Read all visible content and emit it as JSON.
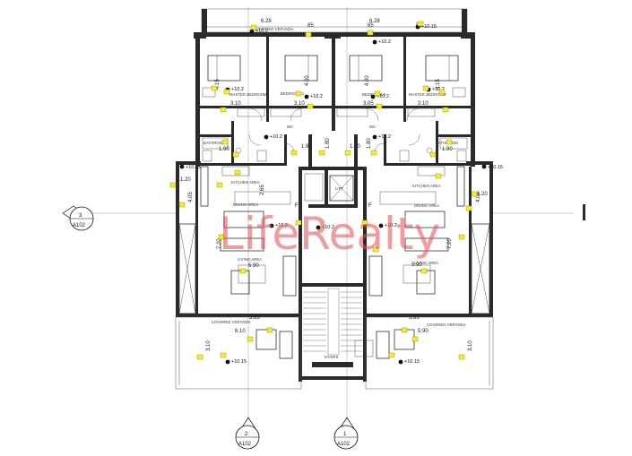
{
  "watermark": "LifeRealty",
  "section_markers": [
    {
      "id": "sec-3",
      "number": "3",
      "sheet": "A102"
    },
    {
      "id": "sec-2",
      "number": "2",
      "sheet": "A102"
    },
    {
      "id": "sec-1",
      "number": "1",
      "sheet": "A102"
    }
  ],
  "dimensions": {
    "top_left": "6.28",
    "top_right": "6.28",
    "mbr_left_h": "4.15",
    "mbr_right_h": "4.15",
    "mbr_left_w": "3.10",
    "bed2_left_w": "3.10",
    "bed2_right_w": "3.05",
    "mbr_right_w": "3.10",
    "bed2_left_h": "4.00",
    "bed2_right_h": "4.00",
    "bath_left": "1.90",
    "bath_right": "1.90",
    "corr_l1": "1.90",
    "corr_r1": "1.90",
    "corr_l2": "1.80",
    "corr_r2": "1.80",
    "kitchen_w": "2.65",
    "side_left_w": "1.20",
    "side_right_w": "1.20",
    "side_left_h": "4.05",
    "side_right_h": "4.05",
    "living_left_h": "7.20",
    "living_right_h": "7.20",
    "living_left_w": "5.90",
    "living_right_w": "5.90",
    "veranda_left_w": "3.85",
    "veranda_right_w": "3.85",
    "veranda_left_lw": "6.10",
    "veranda_right_lw": "5.90",
    "veranda_left_h": "3.10",
    "veranda_right_h": "3.10",
    "bed_85a": "85",
    "bed_85b": "85",
    "bed_85c": "85"
  },
  "levels": {
    "top_l": "+10.2",
    "top_r": "+10.2",
    "top_r2": "+10.15",
    "mbr_l": "+10.2",
    "bed2_l": "+10.2",
    "bed2_r": "+10.2",
    "mbr_r": "+10.2",
    "corr_l": "+10.2",
    "corr_r": "+10.2",
    "side_l": "+10.15",
    "side_r": "+10.15",
    "lobby": "+10.2",
    "living_l": "+10.2",
    "living_r": "+10.2",
    "veranda_l": "+10.15",
    "veranda_r": "+10.15"
  },
  "rooms": {
    "mbr_left": "MASTER BEDROOM",
    "bed2_left": "BEDROOM 2",
    "bed2_right": "BEDROOM 2",
    "mbr_right": "MASTER BEDROOM",
    "bath_left": "BATHROOM",
    "bath_right": "BATHROOM",
    "wc_left": "WC",
    "wc_right": "WC",
    "kitchen_left": "KITCHEN AREA",
    "kitchen_right": "KITCHEN AREA",
    "dining_left": "DINING AREA",
    "dining_right": "DINING AREA",
    "living_left": "LIVING AREA",
    "living_right": "LIVING AREA",
    "veranda_left": "COVERED VERANDA",
    "veranda_right": "COVERED VERANDA",
    "veranda_top": "COVERED VERANDA",
    "lift": "LIFT",
    "stair": "STAIRS"
  },
  "marks": {
    "fire_l": "F",
    "fire_r": "F"
  }
}
